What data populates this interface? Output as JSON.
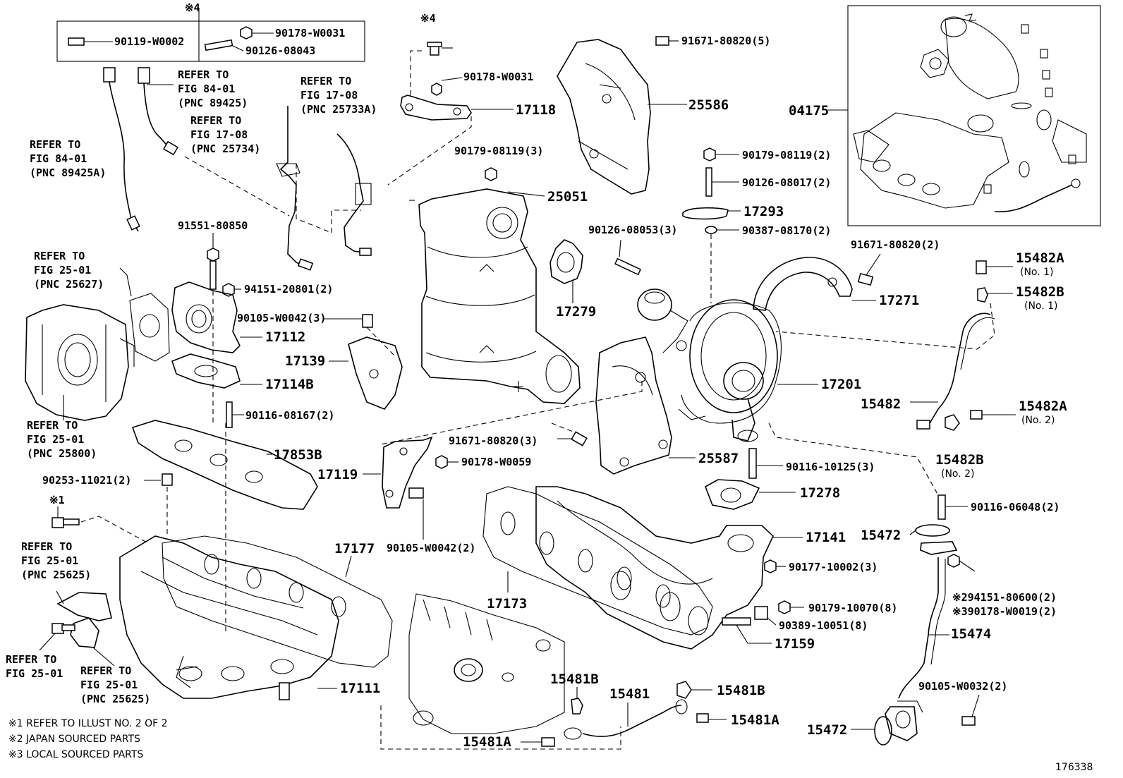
{
  "diagram": {
    "part_labels": {
      "p90119_w0002": "90119-W0002",
      "p90178_w0031_a": "90178-W0031",
      "p90126_08043": "90126-08043",
      "star4_a": "※4",
      "star4_b": "※4",
      "p90178_w0031_b": "90178-W0031",
      "p17118": "17118",
      "p90179_08119_3": "90179-08119(3)",
      "p25051": "25051",
      "p91671_80820_5": "91671-80820(5)",
      "p25586": "25586",
      "p04175": "04175",
      "p90179_08119_2": "90179-08119(2)",
      "p90126_08017_2": "90126-08017(2)",
      "p17293": "17293",
      "p90387_08170_2": "90387-08170(2)",
      "p90126_08053_3": "90126-08053(3)",
      "p91671_80820_2": "91671-80820(2)",
      "p15482A_1": "15482A",
      "no1_a": "(No. 1)",
      "p15482B_1": "15482B",
      "no1_b": "(No. 1)",
      "p17271": "17271",
      "p17279": "17279",
      "p91551_80850": "91551-80850",
      "p94151_20801_2": "94151-20801(2)",
      "p90105_w0042_3": "90105-W0042(3)",
      "p17112": "17112",
      "p17139": "17139",
      "p17114B": "17114B",
      "p90116_08167_2": "90116-08167(2)",
      "p17201": "17201",
      "p15482": "15482",
      "p15482A_2": "15482A",
      "no2_a": "(No. 2)",
      "p15482B_2": "15482B",
      "no2_b": "(No. 2)",
      "p91671_80820_3": "91671-80820(3)",
      "p90178_w0059": "90178-W0059",
      "p17853B": "17853B",
      "p17119": "17119",
      "p25587": "25587",
      "p90116_10125_3": "90116-10125(3)",
      "p17278": "17278",
      "p90116_06048_2": "90116-06048(2)",
      "p90253_11021_2": "90253-11021(2)",
      "star1": "※1",
      "p90105_w0042_2": "90105-W0042(2)",
      "p17141": "17141",
      "p15472_a": "15472",
      "p90177_10002_3": "90177-10002(3)",
      "p17177": "17177",
      "p17173": "17173",
      "p94151_80600": "※294151-80600(2)",
      "p90178_w0019": "※390178-W0019(2)",
      "p90179_10070_8": "90179-10070(8)",
      "p90389_10051_8": "90389-10051(8)",
      "p15474": "15474",
      "p17159": "17159",
      "p17111": "17111",
      "p15481B_a": "15481B",
      "p15481": "15481",
      "p15481B_b": "15481B",
      "p90105_w0032_2": "90105-W0032(2)",
      "p15481A_b": "15481A",
      "p15472_b": "15472",
      "p15481A_a": "15481A",
      "code": "176338"
    },
    "references": {
      "r1_l1": "REFER TO",
      "r1_l2": "FIG 84-01",
      "r1_l3": "(PNC 89425)",
      "r2_l1": "REFER TO",
      "r2_l2": "FIG 17-08",
      "r2_l3": "(PNC 25734)",
      "r3_l1": "REFER TO",
      "r3_l2": "FIG 17-08",
      "r3_l3": "(PNC 25733A)",
      "r4_l1": "REFER TO",
      "r4_l2": "FIG 84-01",
      "r4_l3": "(PNC 89425A)",
      "r5_l1": "REFER TO",
      "r5_l2": "FIG 25-01",
      "r5_l3": "(PNC 25627)",
      "r6_l1": "REFER TO",
      "r6_l2": "FIG 25-01",
      "r6_l3": "(PNC 25800)",
      "r7_l1": "REFER TO",
      "r7_l2": "FIG 25-01",
      "r7_l3": "(PNC 25625)",
      "r8_l1": "REFER TO",
      "r8_l2": "FIG 25-01",
      "r9_l1": "REFER TO",
      "r9_l2": "FIG 25-01",
      "r9_l3": "(PNC 25625)"
    },
    "footnotes": {
      "n1": "※1  REFER TO ILLUST NO. 2 OF 2",
      "n2": "※2 JAPAN SOURCED PARTS",
      "n3": "※3 LOCAL SOURCED PARTS"
    }
  }
}
